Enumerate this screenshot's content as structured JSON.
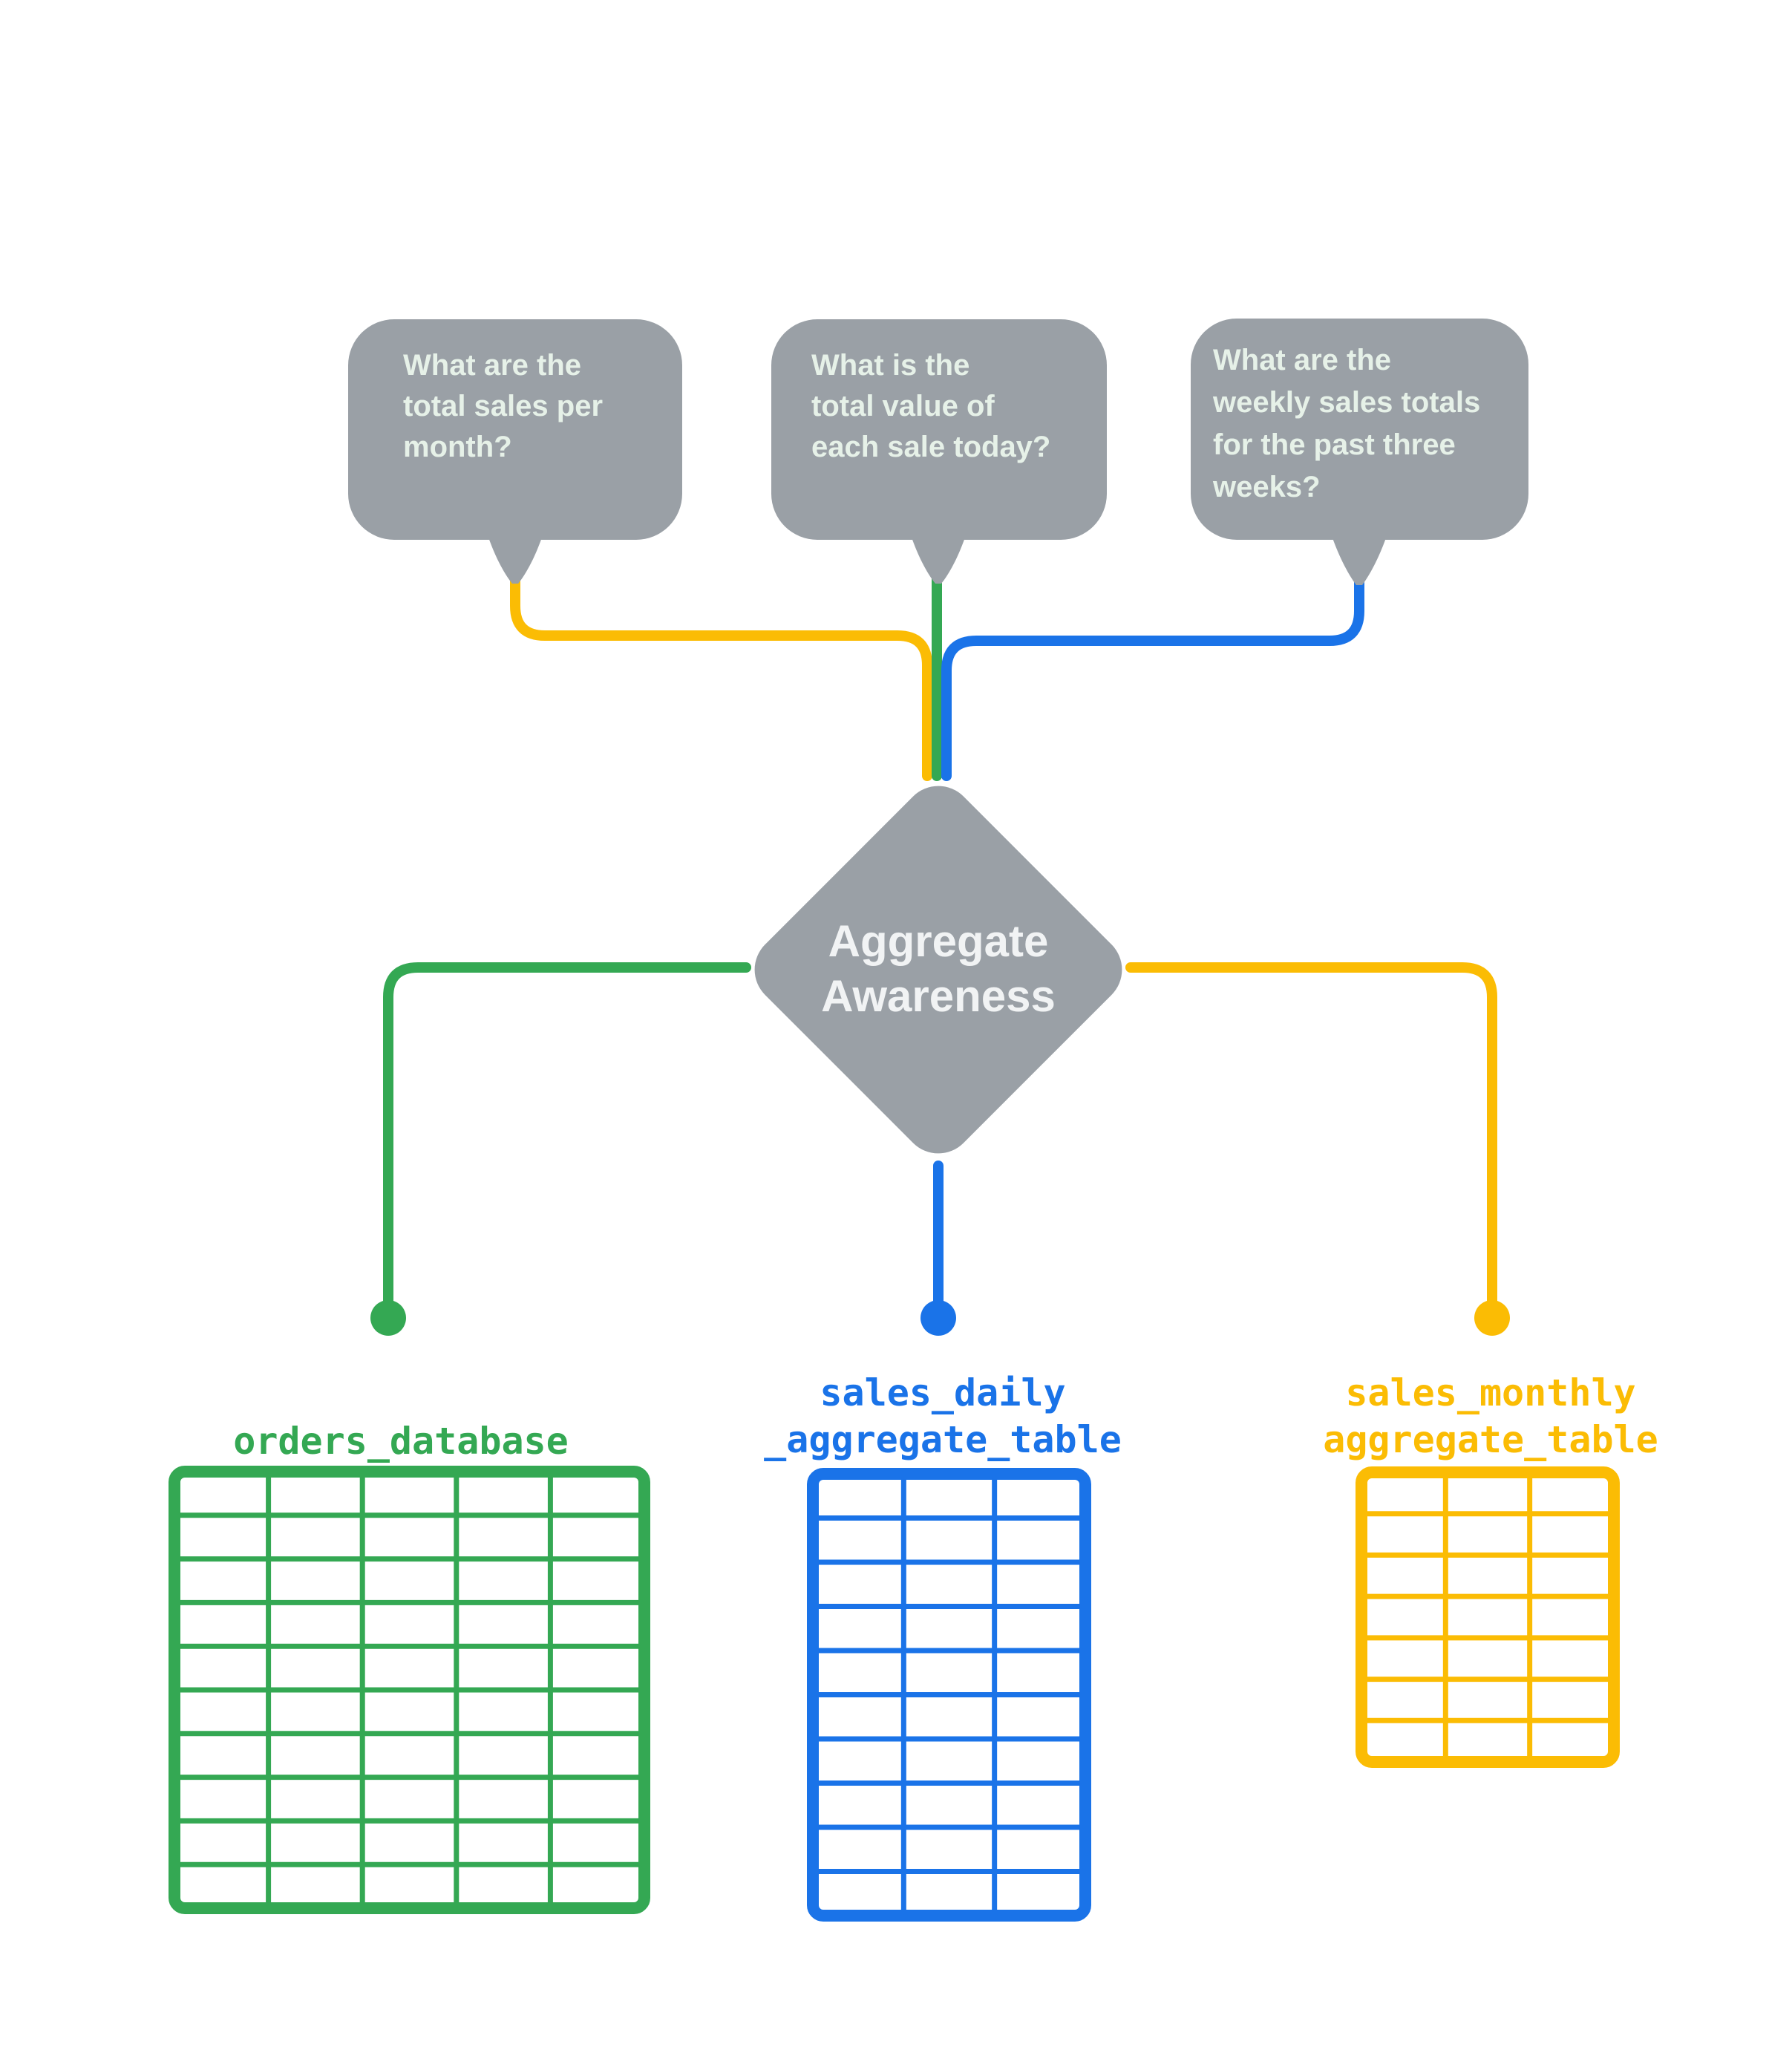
{
  "title": "Aggregate Awareness diagram",
  "colors": {
    "gray": "#9aa0a6",
    "green": "#34a853",
    "yellow": "#fbbc04",
    "blue": "#1a73e8",
    "bubble_text": "#e6f1e8",
    "diamond_text": "#f1f3f4",
    "background": "#ffffff"
  },
  "bubbles": [
    {
      "connector_color": "yellow",
      "lines": [
        "What are the",
        "total sales per",
        "month?"
      ]
    },
    {
      "connector_color": "green",
      "lines": [
        "What is the",
        "total value of",
        "each sale today?"
      ]
    },
    {
      "connector_color": "blue",
      "lines": [
        "What are the",
        "weekly sales totals",
        "for the past three",
        "weeks?"
      ]
    }
  ],
  "diamond": {
    "lines": [
      "Aggregate",
      "Awareness"
    ]
  },
  "tables": [
    {
      "id": "orders_database",
      "color": "green",
      "label_lines": [
        "orders_database"
      ],
      "rows": 10,
      "cols": 5
    },
    {
      "id": "sales_daily_aggregate_table",
      "color": "blue",
      "label_lines": [
        "sales_daily",
        "_aggregate_table"
      ],
      "rows": 10,
      "cols": 3
    },
    {
      "id": "sales_monthly_aggregate_table",
      "color": "yellow",
      "label_lines": [
        "sales_monthly",
        "aggregate_table"
      ],
      "rows": 7,
      "cols": 3
    }
  ]
}
